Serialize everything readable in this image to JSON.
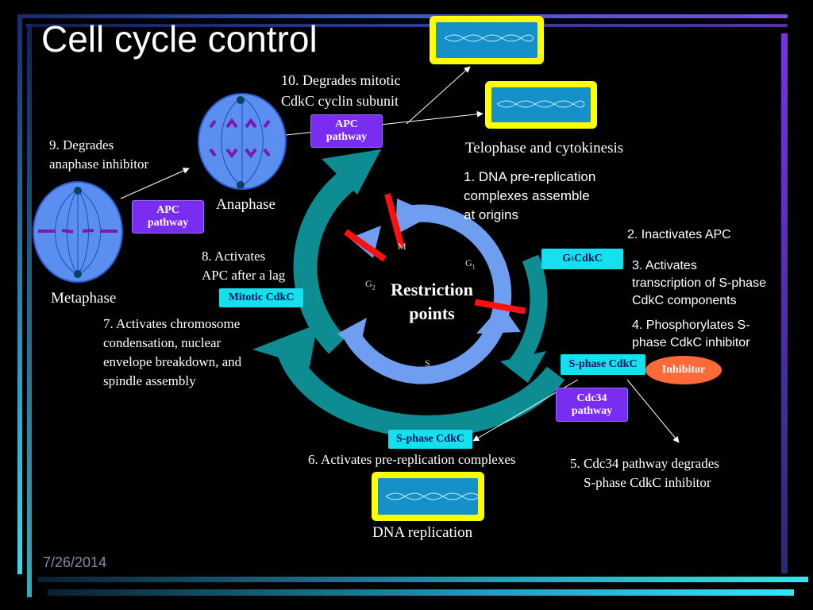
{
  "slide": {
    "title": "Cell cycle control",
    "date": "7/26/2014"
  },
  "cycle": {
    "center": "Restriction\npoints",
    "phases": {
      "m": "M",
      "g1": "G",
      "g1_sub": "1",
      "g2": "G",
      "g2_sub": "2",
      "s": "S"
    }
  },
  "stages": {
    "metaphase": "Metaphase",
    "anaphase": "Anaphase",
    "telophase": "Telophase and cytokinesis",
    "dna_replication": "DNA replication"
  },
  "boxes": {
    "apc_top": "APC\npathway",
    "apc_left": "APC\npathway",
    "g1_cdkc": "G",
    "g1_cdkc_sub": "1",
    "g1_cdkc_rest": " CdkC",
    "mitotic_cdkc": "Mitotic CdkC",
    "s_phase_cdkc_right": "S-phase CdkC",
    "s_phase_cdkc_bottom": "S-phase CdkC",
    "cdc34": "Cdc34\npathway",
    "inhibitor": "Inhibitor"
  },
  "steps": {
    "s1": "1. DNA pre-replication\ncomplexes assemble\nat origins",
    "s2": "2. Inactivates APC",
    "s3": "3. Activates\ntranscription of S-phase\nCdkC components",
    "s4": "4. Phosphorylates S-\nphase CdkC inhibitor",
    "s5": "5. Cdc34 pathway degrades\n    S-phase CdkC inhibitor",
    "s6": "6. Activates pre-replication complexes",
    "s7": "7. Activates chromosome\ncondensation, nuclear\nenvelope breakdown, and\nspindle assembly",
    "s8": "8. Activates\nAPC after a lag",
    "s9": "9. Degrades\nanaphase inhibitor",
    "s10": "10. Degrades mitotic\nCdkC cyclin subunit"
  },
  "colors": {
    "teal_arrow": "#0d8c92",
    "inner_cycle": "#6f9ef0",
    "apc_box": "#7a2cf0",
    "cdkc_box": "#16e0ee",
    "inhibitor": "#ff6a38",
    "restriction_bar": "#ff1010",
    "frame_yellow": "#ffff00",
    "cell_blue": "#5a8ff0"
  }
}
